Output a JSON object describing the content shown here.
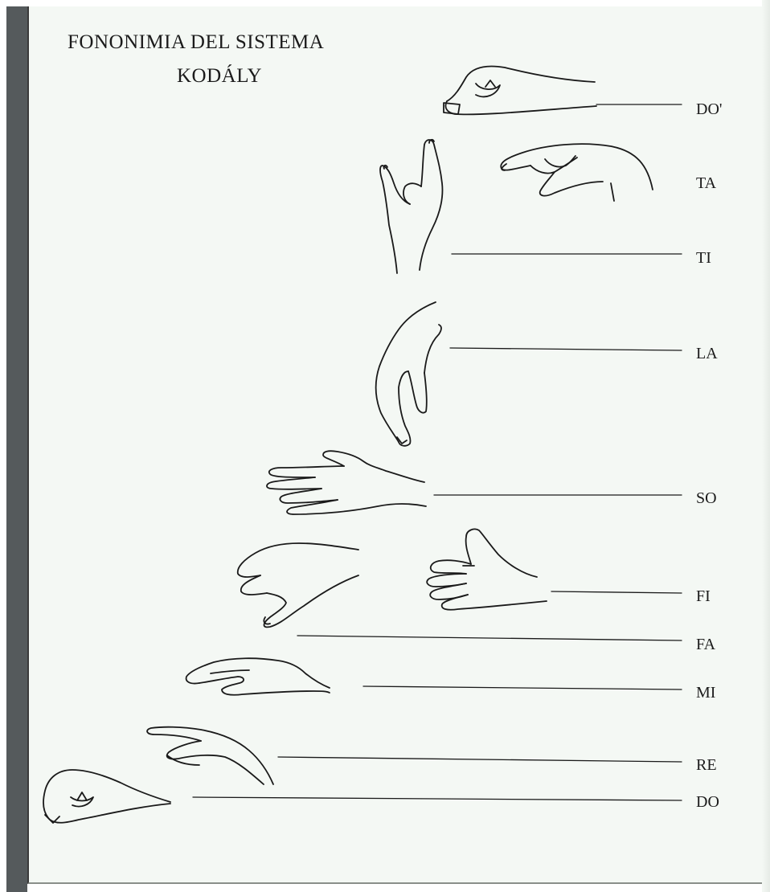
{
  "header": {
    "title_line1": "FONONIMIA DEL SISTEMA",
    "title_line2": "KODÁLY"
  },
  "notes": [
    {
      "label": "DO'",
      "icon": "closed-fist-down-icon"
    },
    {
      "label": "TA",
      "icon": "pointing-finger-icon"
    },
    {
      "label": "TI",
      "icon": "index-up-icon"
    },
    {
      "label": "LA",
      "icon": "drooping-hand-icon"
    },
    {
      "label": "SO",
      "icon": "flat-hand-icon"
    },
    {
      "label": "FI",
      "icon": "thumb-up-fist-icon"
    },
    {
      "label": "FA",
      "icon": "thumb-down-icon"
    },
    {
      "label": "MI",
      "icon": "flat-palm-down-icon"
    },
    {
      "label": "RE",
      "icon": "slanted-hand-icon"
    },
    {
      "label": "DO",
      "icon": "closed-fist-icon"
    }
  ],
  "colors": {
    "paper": "#f4f8f4",
    "ink": "#1a1a1a",
    "binding": "#555a5c"
  }
}
